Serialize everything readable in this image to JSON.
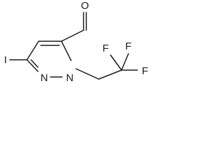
{
  "molecule": {
    "atoms": {
      "oxygen": "O",
      "iodine": "I",
      "n2": "N",
      "n1": "N",
      "f_left": "F",
      "f_top_right": "F",
      "f_right": "F"
    }
  }
}
